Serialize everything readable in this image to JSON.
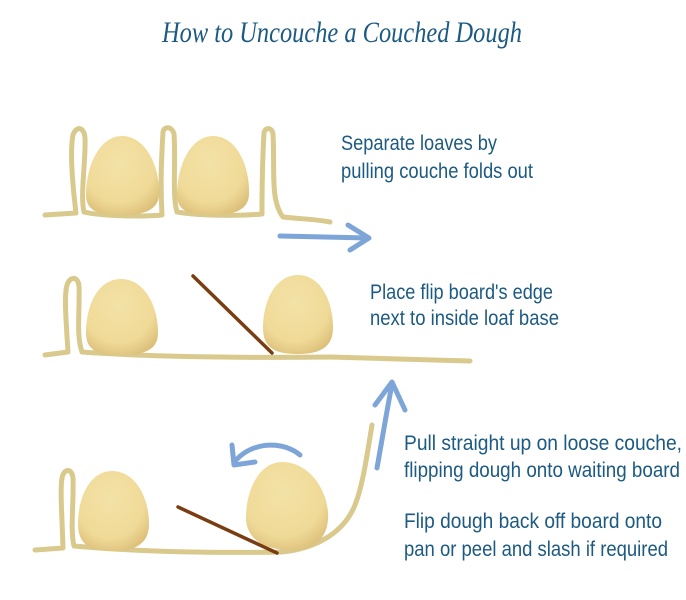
{
  "title": "How to Uncouche a Couched Dough",
  "steps": [
    {
      "lines": [
        "Separate loaves by",
        "pulling couche folds out"
      ]
    },
    {
      "lines": [
        "Place flip board's edge",
        "next to inside loaf base"
      ]
    },
    {
      "lines": [
        "Pull straight up on loose couche,",
        "flipping dough onto waiting board"
      ]
    },
    {
      "lines": [
        "Flip dough back off board onto",
        "pan or peel and slash if required"
      ]
    }
  ],
  "colors": {
    "text": "#1c5a82",
    "couche": "#d9c98c",
    "dough": "#f1dc9d",
    "arrow": "#7ea5d8",
    "board": "#7a3d12"
  }
}
